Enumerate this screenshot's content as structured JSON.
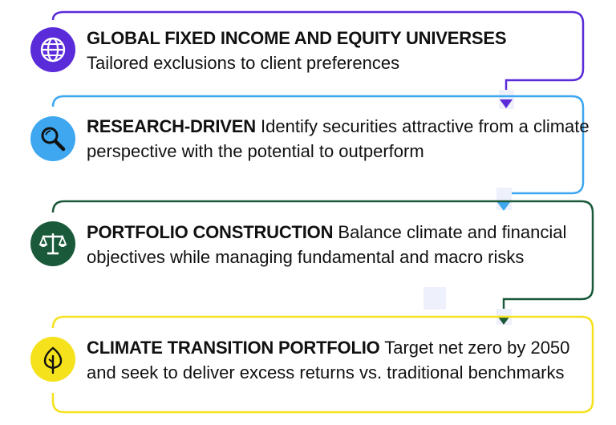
{
  "steps": [
    {
      "heading": "GLOBAL FIXED INCOME AND EQUITY UNIVERSES",
      "text": "Tailored exclusions to client preferences",
      "icon": "globe-icon",
      "color": "#5a2bd9"
    },
    {
      "heading": "RESEARCH-DRIVEN",
      "text": "Identify securities attractive from a climate perspective with the potential to outperform",
      "icon": "magnifier-icon",
      "color": "#3ea7ef"
    },
    {
      "heading": "PORTFOLIO CONSTRUCTION",
      "text": "Balance climate and financial objectives while managing fundamental and macro risks",
      "icon": "scales-icon",
      "color": "#1a5a3a"
    },
    {
      "heading": "CLIMATE TRANSITION PORTFOLIO",
      "text": "Target net zero by 2050 and seek to deliver excess returns vs. traditional benchmarks",
      "icon": "leaf-icon",
      "color": "#f5e11c"
    }
  ]
}
